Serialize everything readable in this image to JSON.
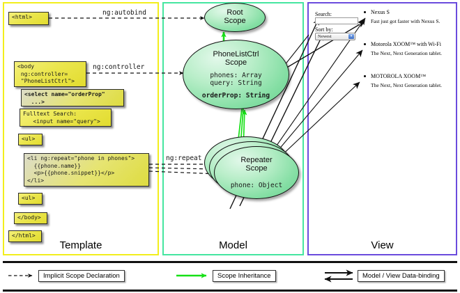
{
  "panels": [
    {
      "key": "template",
      "label": "Template",
      "border_color": "#f2ee1c"
    },
    {
      "key": "model",
      "label": "Model",
      "border_color": "#45e6a0"
    },
    {
      "key": "view",
      "label": "View",
      "border_color": "#6a4bdd"
    }
  ],
  "template": {
    "boxes": [
      {
        "id": "html-open",
        "text": "<html>"
      },
      {
        "id": "body-open",
        "text": "<body\n ng:controller=\n \"PhoneListCtrl\">"
      },
      {
        "id": "select",
        "text": "<select name=\"orderProp\"\n  ...>"
      },
      {
        "id": "fulltext",
        "text": "Fulltext Search:\n   <input name=\"query\">"
      },
      {
        "id": "ul-open",
        "text": "<ul>"
      },
      {
        "id": "li-repeat",
        "text": "<li ng:repeat=\"phone in phones\">\n  {{phone.name}}\n  <p>{{phone.snippet}}</p>\n</li>"
      },
      {
        "id": "ul-close",
        "text": "<ul>"
      },
      {
        "id": "body-close",
        "text": "</body>"
      },
      {
        "id": "html-close",
        "text": "</html>"
      }
    ]
  },
  "edge_labels": [
    {
      "id": "ng-autobind",
      "text": "ng:autobind"
    },
    {
      "id": "ng-controller",
      "text": "ng:controller"
    },
    {
      "id": "ng-repeat",
      "text": "ng:repeat"
    }
  ],
  "model": {
    "scopes": [
      {
        "id": "root-scope",
        "title": "Root\nScope",
        "props": ""
      },
      {
        "id": "phonelist-scope",
        "title": "PhoneListCtrl\nScope",
        "props_plain": "phones: Array\nquery: String\n",
        "props_bold": "orderProp: String"
      },
      {
        "id": "repeater-scope",
        "title": "Repeater\nScope",
        "props": "phone: Object"
      }
    ]
  },
  "view": {
    "search_label": "Search:",
    "search_value": "",
    "sort_label": "Sort by:",
    "sort_selected": "Newest",
    "phones": [
      {
        "name": "Nexus S",
        "snippet": "Fast just got faster with Nexus S."
      },
      {
        "name": "Motorola XOOM™  with Wi-Fi",
        "snippet": "The Next, Next Generation tablet."
      },
      {
        "name": "MOTOROLA XOOM™",
        "snippet": "The Next, Next Generation tablet."
      }
    ]
  },
  "legend": {
    "items": [
      {
        "id": "implicit-scope-declaration",
        "label": "Implicit Scope Declaration",
        "style": "dashed-arrow",
        "color": "#111111"
      },
      {
        "id": "scope-inheritance",
        "label": "Scope Inheritance",
        "style": "green-arrow",
        "color": "#16e016"
      },
      {
        "id": "model-view-data-binding",
        "label": "Model / View Data-binding",
        "style": "double-arrow",
        "color": "#111111"
      }
    ]
  }
}
